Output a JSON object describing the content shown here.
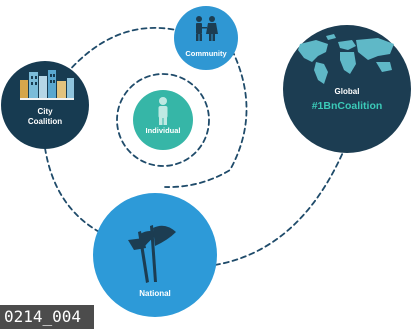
{
  "diagram": {
    "nodes": {
      "city": {
        "line1": "City",
        "line2": "Coalition",
        "icon": "city-buildings-icon",
        "color": "#173b51"
      },
      "community": {
        "label": "Community",
        "icon": "family-icon",
        "color": "#2f97d3"
      },
      "individual": {
        "label": "Individual",
        "icon": "person-icon",
        "color": "#36b6a7"
      },
      "global": {
        "line1": "Global",
        "line2": "#1BnCoalition",
        "icon": "world-map-icon",
        "color": "#1c3d52",
        "accent": "#3bcab8"
      },
      "national": {
        "label": "National",
        "icon": "flags-icon",
        "color": "#2d9ad8"
      }
    },
    "connector_style": "dashed",
    "connector_color": "#1f4b6a"
  },
  "footer": {
    "caption": "0214_004"
  }
}
